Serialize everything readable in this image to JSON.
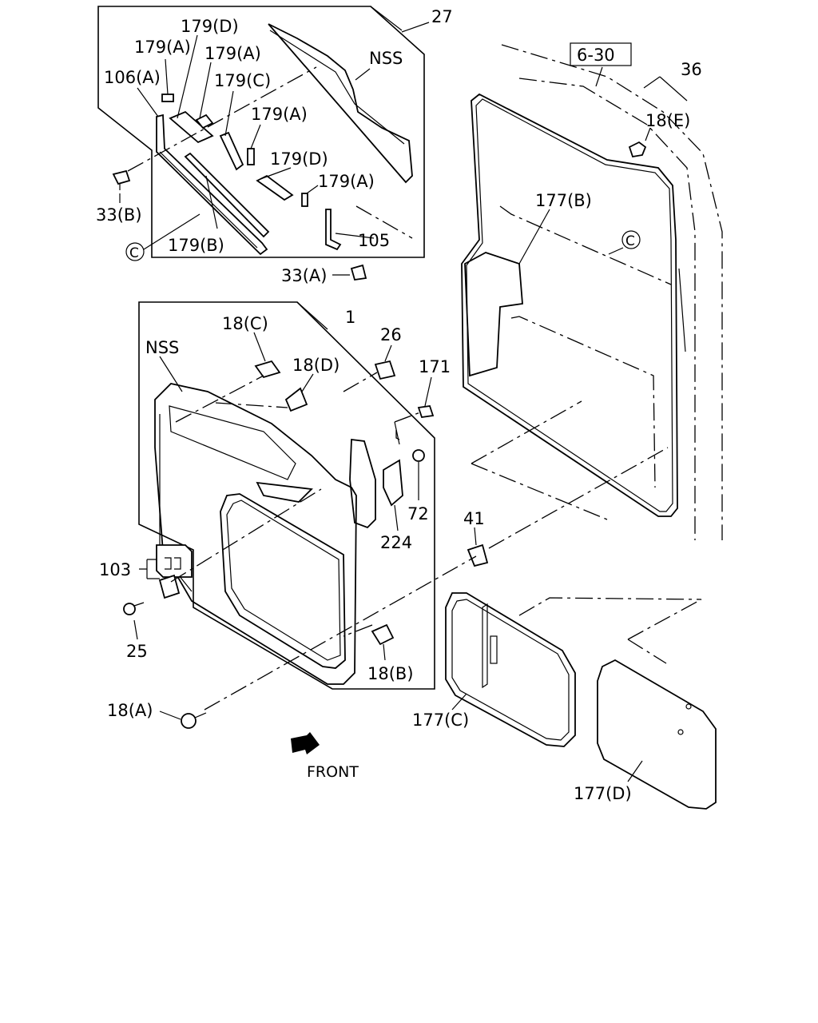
{
  "labels": {
    "l27": "27",
    "l179D_1": "179(D)",
    "l179A_1": "179(A)",
    "l179A_2": "179(A)",
    "l106A": "106(A)",
    "l179C": "179(C)",
    "lNSS_1": "NSS",
    "l179A_3": "179(A)",
    "l179D_2": "179(D)",
    "l179A_4": "179(A)",
    "l33B": "33(B)",
    "l179B": "179(B)",
    "lC_1": "C",
    "l105": "105",
    "l33A": "33(A)",
    "l6_30": "6-30",
    "l36": "36",
    "l18E": "18(E)",
    "l177B": "177(B)",
    "lC_2": "C",
    "l1": "1",
    "l18C": "18(C)",
    "lNSS_2": "NSS",
    "l26": "26",
    "l18D": "18(D)",
    "l171": "171",
    "l72": "72",
    "l224": "224",
    "l41": "41",
    "l103": "103",
    "l25": "25",
    "l18B": "18(B)",
    "l18A": "18(A)",
    "l177C": "177(C)",
    "l177D": "177(D)",
    "front": "FRONT"
  }
}
